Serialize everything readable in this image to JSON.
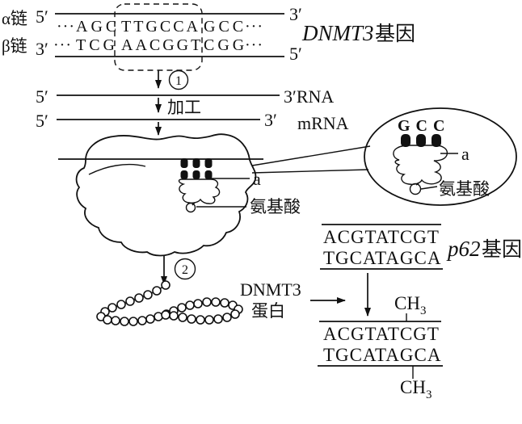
{
  "colors": {
    "ink": "#111111",
    "background": "#ffffff"
  },
  "dna_section": {
    "alpha_chain": "α链",
    "alpha_5": "5′",
    "alpha_3": "3′",
    "beta_chain": "β链",
    "beta_3": "3′",
    "beta_5": "5′",
    "dots": "···",
    "alpha_pre": "AGC",
    "alpha_boxed": "TTGCCA",
    "alpha_post": "GCC",
    "beta_pre": "TCG",
    "beta_boxed": "AACGGT",
    "beta_post": "CGG",
    "gene_name": "DNMT3",
    "gene_suffix": "基因"
  },
  "steps": {
    "one": "1",
    "two": "2"
  },
  "rna_section": {
    "rna_5": "5′",
    "rna_3_label": "3′RNA",
    "processing": "加工",
    "mrna_5": "5′",
    "mrna_3": "3′",
    "mrna_label": "mRNA"
  },
  "translation": {
    "site_label": "a",
    "amino_acid": "氨基酸"
  },
  "callout": {
    "anticodon": "GCC",
    "site_label": "a",
    "amino_acid": "氨基酸"
  },
  "protein": {
    "line1": "DNMT3",
    "line2": "蛋白"
  },
  "p62": {
    "gene_name": "p62",
    "gene_suffix": "基因",
    "top_strand": "ACGTATCGT",
    "bottom_strand": "TGCATAGCA",
    "methyl_base": "CH",
    "methyl_sub": "3"
  }
}
